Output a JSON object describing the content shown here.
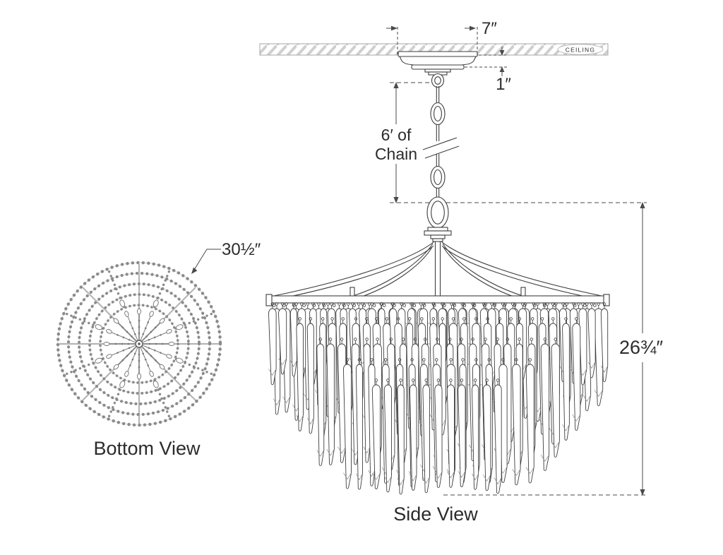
{
  "drawing": {
    "type": "chandelier installation spec sheet",
    "ceiling_label": "CEILING",
    "dimensions": {
      "canopy_width": "7″",
      "canopy_height_below_ceiling": "1″",
      "chain_length_line1": "6′ of",
      "chain_length_line2": "Chain",
      "fixture_height": "26¾″",
      "fixture_diameter": "30½″"
    },
    "view_labels": {
      "bottom": "Bottom View",
      "side": "Side View"
    },
    "colors": {
      "background": "#ffffff",
      "ink": "#3e3e3e",
      "dimension": "#4a4a4a",
      "light_gray": "#9c9c9c",
      "hatch": "#cfcfcf",
      "bead": "#8a8a8a",
      "text": "#2b2b2b"
    }
  }
}
